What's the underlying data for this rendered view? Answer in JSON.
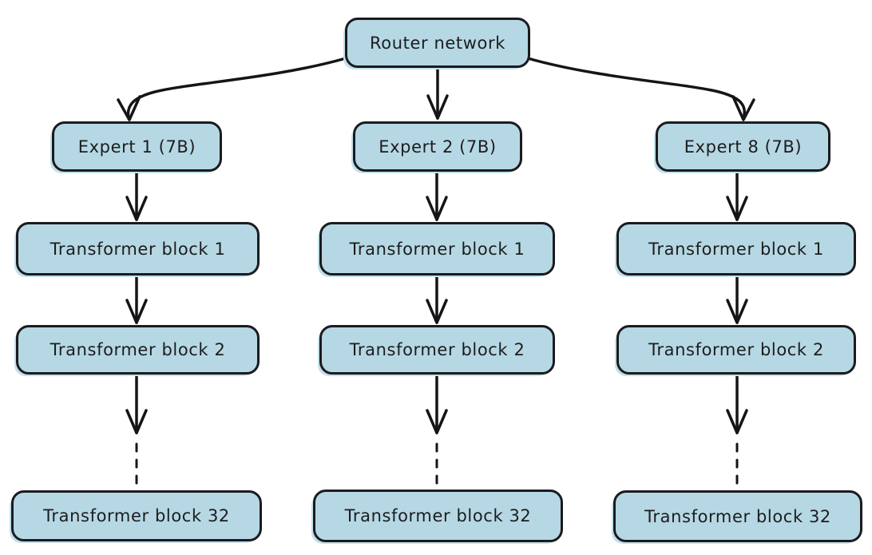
{
  "diagram": {
    "type": "flowchart",
    "description": "Mixture-of-experts architecture: router network dispatching to expert models, each a stack of transformer blocks",
    "router": {
      "label": "Router network"
    },
    "columns": [
      {
        "expert": "Expert 1 (7B)",
        "block1": "Transformer block 1",
        "block2": "Transformer block 2",
        "block32": "Transformer block 32"
      },
      {
        "expert": "Expert 2 (7B)",
        "block1": "Transformer block 1",
        "block2": "Transformer block 2",
        "block32": "Transformer block 32"
      },
      {
        "expert": "Expert 8 (7B)",
        "block1": "Transformer block 1",
        "block2": "Transformer block 2",
        "block32": "Transformer block 32"
      }
    ],
    "colors": {
      "node_fill": "#b5d8e4",
      "node_border": "#1b1b1f",
      "arrow": "#151515",
      "text": "#1d1d1d",
      "background": "#ffffff"
    }
  }
}
